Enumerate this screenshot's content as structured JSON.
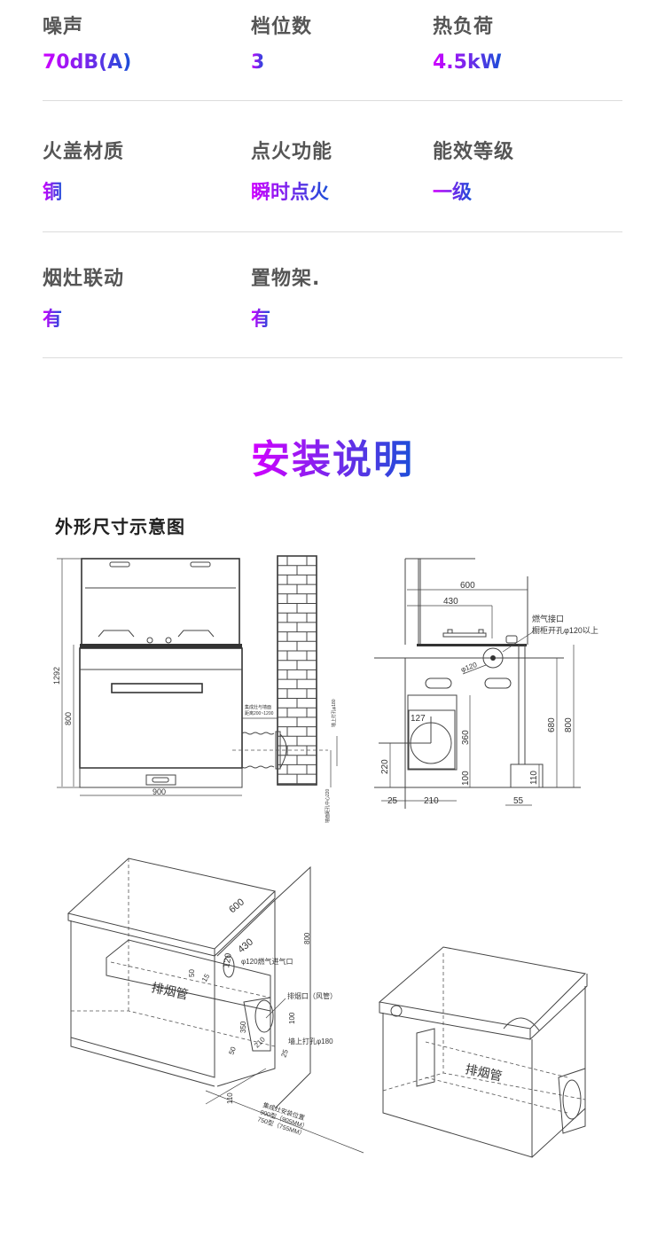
{
  "specs": [
    {
      "label": "噪声",
      "value": "70dB(A)"
    },
    {
      "label": "档位数",
      "value": "3"
    },
    {
      "label": "热负荷",
      "value": "4.5kW"
    },
    {
      "label": "火盖材质",
      "value": "铜"
    },
    {
      "label": "点火功能",
      "value": "瞬时点火"
    },
    {
      "label": "能效等级",
      "value": "一级"
    },
    {
      "label": "烟灶联动",
      "value": "有"
    },
    {
      "label": "置物架.",
      "value": "有"
    }
  ],
  "section_title": "安装说明",
  "diagram_title": "外形尺寸示意图",
  "front_view": {
    "height_total": "1292",
    "height_body": "800",
    "width": "900",
    "wall_distance": "集成灶与墙面",
    "wall_distance2": "距离200~1200",
    "wall_hole": "墙上打孔φ180",
    "hole_center": "墙面距孔中心220"
  },
  "side_view": {
    "depth": "600",
    "burner_depth": "430",
    "gas_inlet": "燃气接口",
    "cabinet_hole": "橱柜开孔φ120以上",
    "gas_dia": "φ120",
    "d127": "127",
    "d360": "360",
    "d220": "220",
    "d100": "100",
    "d25": "25",
    "d210": "210",
    "d680": "680",
    "d800": "800",
    "d110": "110",
    "d55": "55"
  },
  "iso_view": {
    "d600": "600",
    "d430": "430",
    "d120": "120",
    "d800": "800",
    "d50a": "50",
    "d15": "15",
    "gas_inlet": "φ120燃气进气口",
    "pipe": "排烟管",
    "exhaust": "排烟口（风管）",
    "d350": "350",
    "d100": "100",
    "d210": "210",
    "d25": "25",
    "wall_hole": "墙上打孔φ180",
    "d50b": "50",
    "d110": "110",
    "install_pos": "集成灶安装位置",
    "model900": "900型（905MM）",
    "model750": "750型（755MM）"
  },
  "iso_view2": {
    "pipe": "排烟管"
  }
}
